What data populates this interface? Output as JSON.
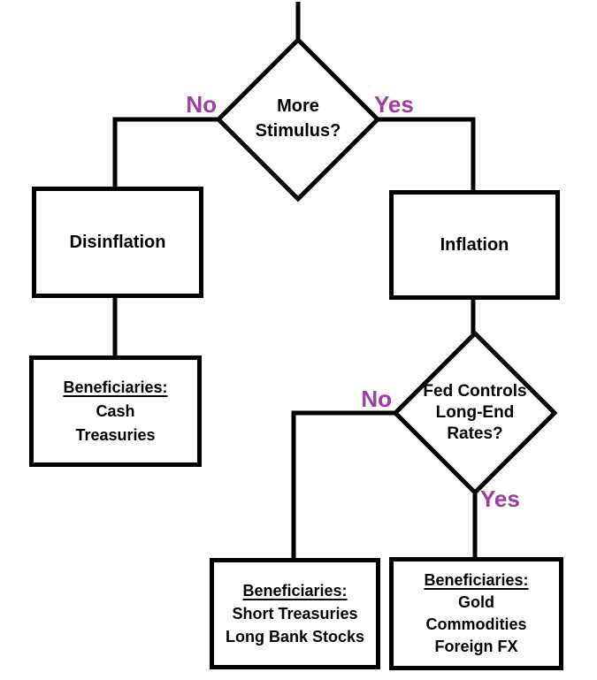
{
  "colors": {
    "background": "#FFFFFF",
    "line": "#000000",
    "text": "#000000",
    "branch_label": "#A03CA0"
  },
  "flowchart": {
    "decision_stimulus": {
      "lines": [
        "More",
        "Stimulus?"
      ],
      "no_label": "No",
      "yes_label": "Yes"
    },
    "box_disinflation": {
      "label": "Disinflation"
    },
    "box_inflation": {
      "label": "Inflation"
    },
    "benef_disinflation": {
      "heading": "Beneficiaries:",
      "items": [
        "Cash",
        "Treasuries"
      ]
    },
    "decision_fed": {
      "lines": [
        "Fed Controls",
        "Long-End",
        "Rates?"
      ],
      "no_label": "No",
      "yes_label": "Yes"
    },
    "benef_fed_no": {
      "heading": "Beneficiaries:",
      "items": [
        "Short Treasuries",
        "Long Bank Stocks"
      ]
    },
    "benef_fed_yes": {
      "heading": "Beneficiaries:",
      "items": [
        "Gold",
        "Commodities",
        "Foreign FX"
      ]
    }
  }
}
